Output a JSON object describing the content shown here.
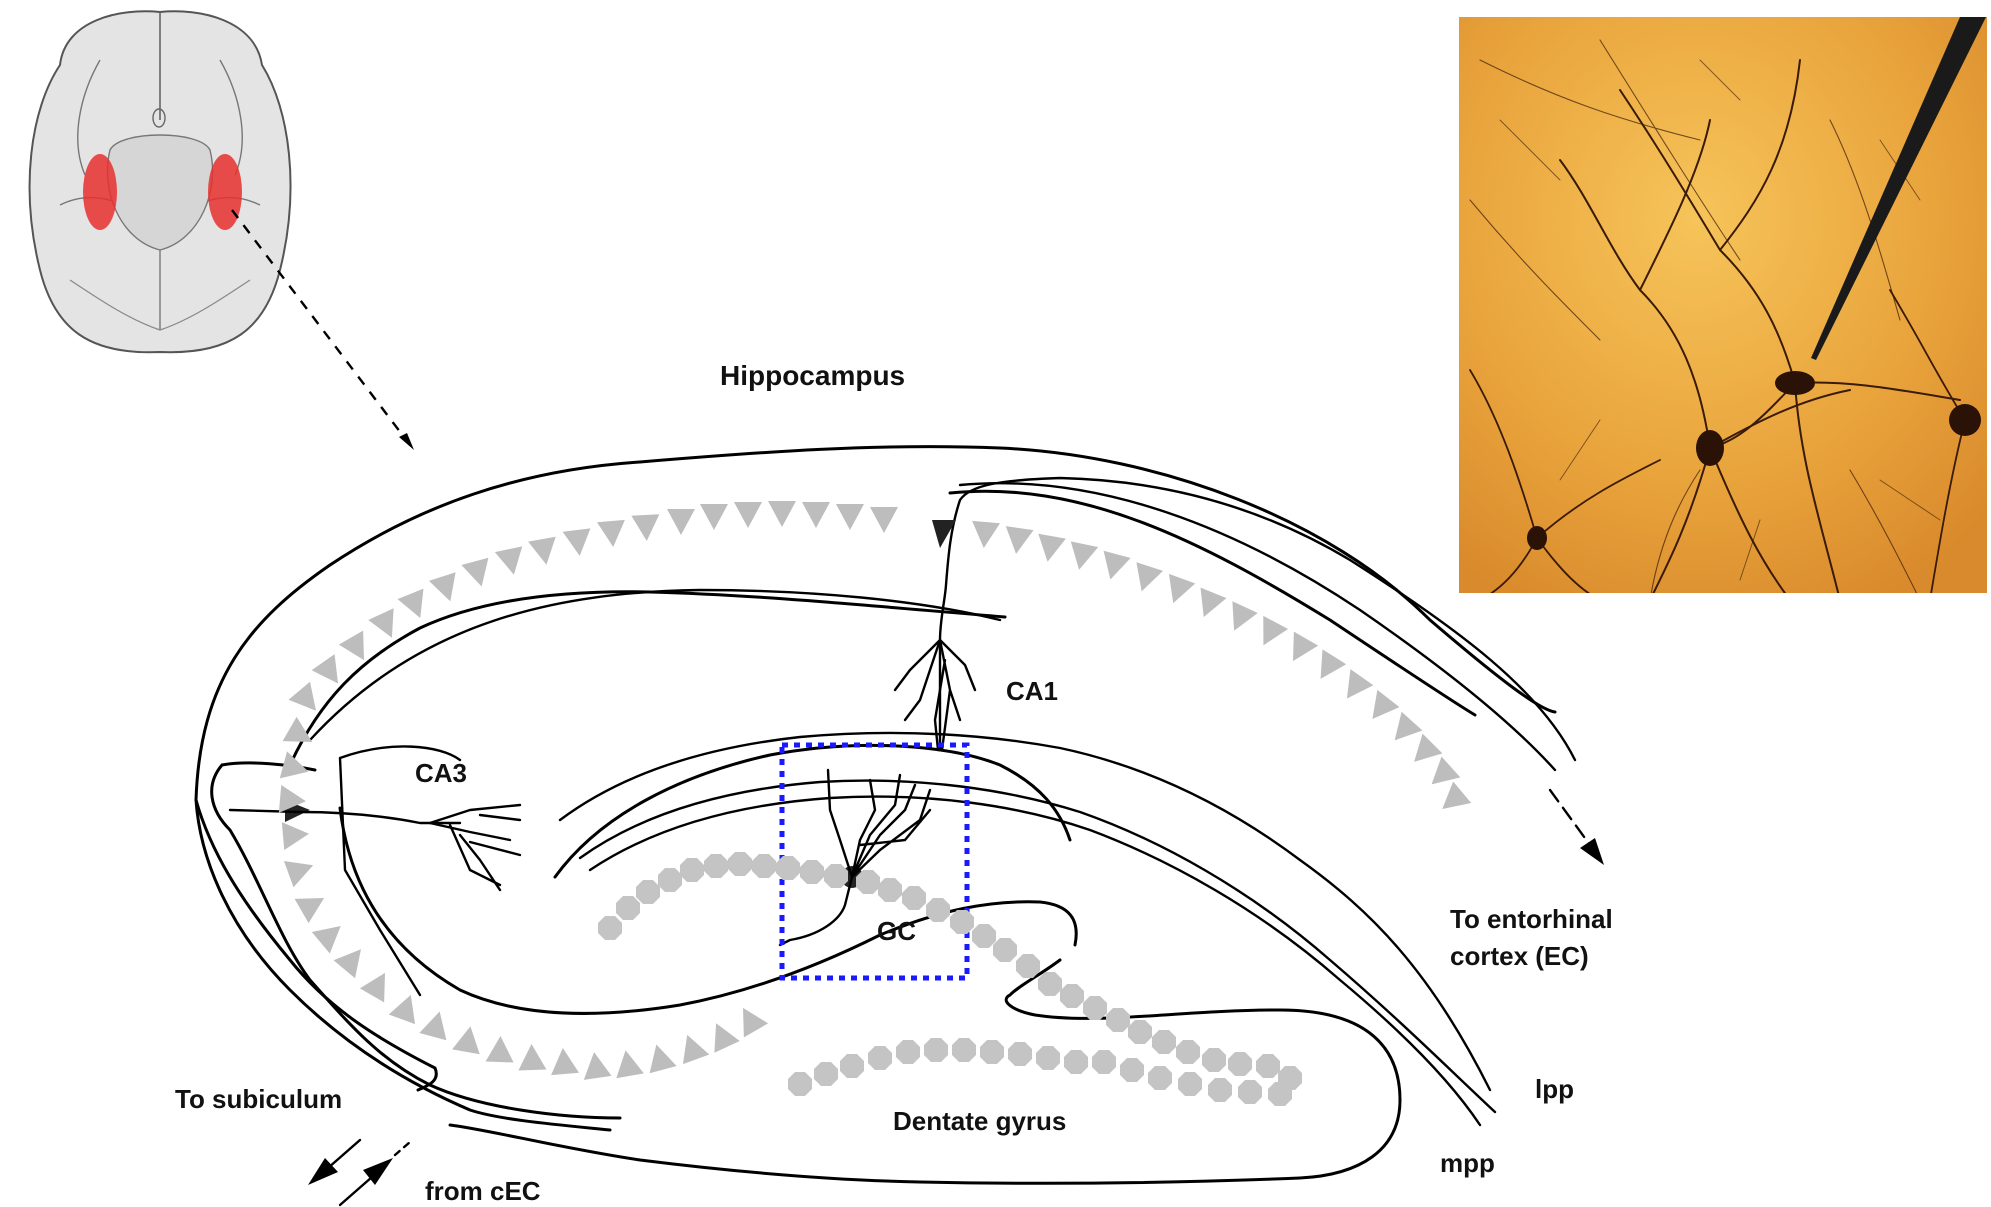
{
  "labels": {
    "hippocampus": "Hippocampus",
    "ca1": "CA1",
    "ca3": "CA3",
    "gc": "GC",
    "to_ec_line1": "To entorhinal",
    "to_ec_line2": "cortex (EC)",
    "to_subiculum": "To subiculum",
    "from_cec": "from cEC",
    "dentate_gyrus": "Dentate gyrus",
    "lpp": "lpp",
    "mpp": "mpp"
  },
  "colors": {
    "outline": "#000000",
    "pyramidal_markers": "#bdbdbd",
    "granule_markers": "#c4c4c4",
    "selection_box": "#1a1aff",
    "brain_highlight": "#e8302e",
    "photo_background": "#e8a33a"
  },
  "icons": {
    "brain": "brain-ventral-view-icon",
    "photo": "neuron-micrograph-image"
  }
}
